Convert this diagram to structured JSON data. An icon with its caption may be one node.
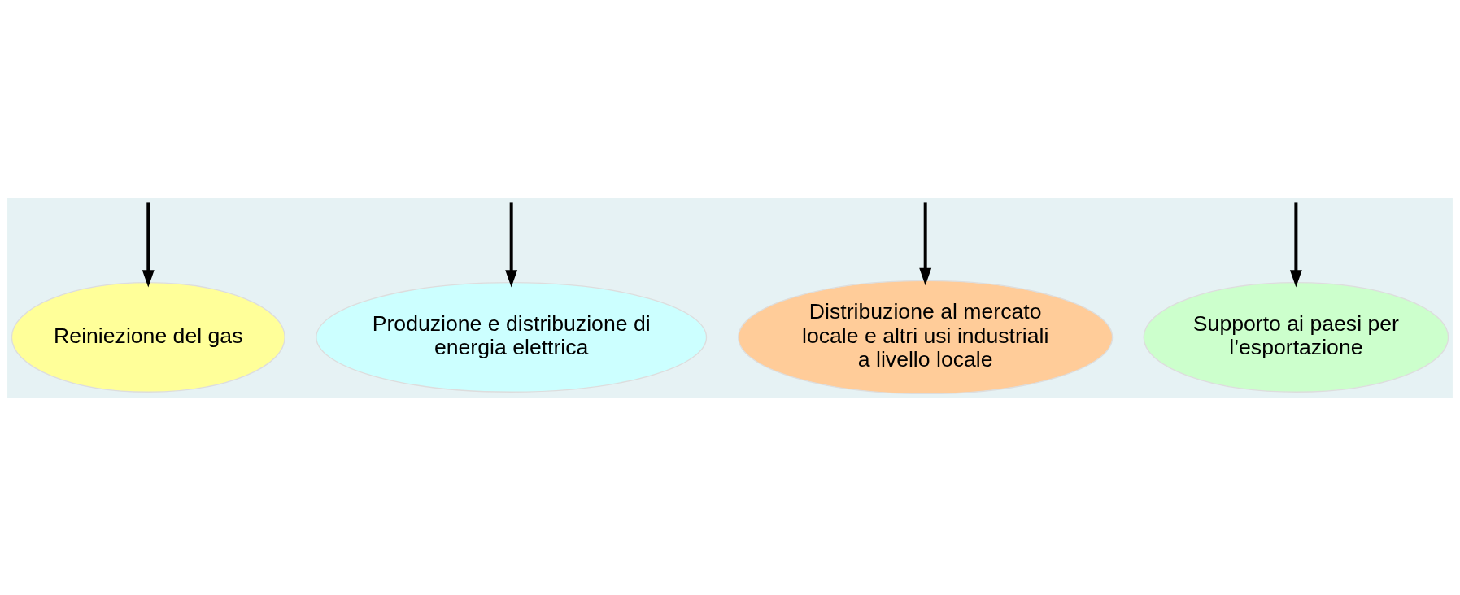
{
  "diagram": {
    "nodes": [
      {
        "text": [
          "Reiniezione del gas"
        ]
      },
      {
        "text": [
          "Produzione e distribuzione di energia elettrica"
        ]
      },
      {
        "text": [
          "Distribuzione al mercato locale e altri usi industriali a livello locale"
        ]
      },
      {
        "text": [
          "Supporto ai paesi per l’esportazione"
        ]
      }
    ],
    "edges": [
      {
        "from": null,
        "to": 0,
        "arrow": "to"
      },
      {
        "from": null,
        "to": 1,
        "arrow": "to"
      },
      {
        "from": null,
        "to": 2,
        "arrow": "to"
      },
      {
        "from": null,
        "to": 3,
        "arrow": "to"
      }
    ]
  }
}
